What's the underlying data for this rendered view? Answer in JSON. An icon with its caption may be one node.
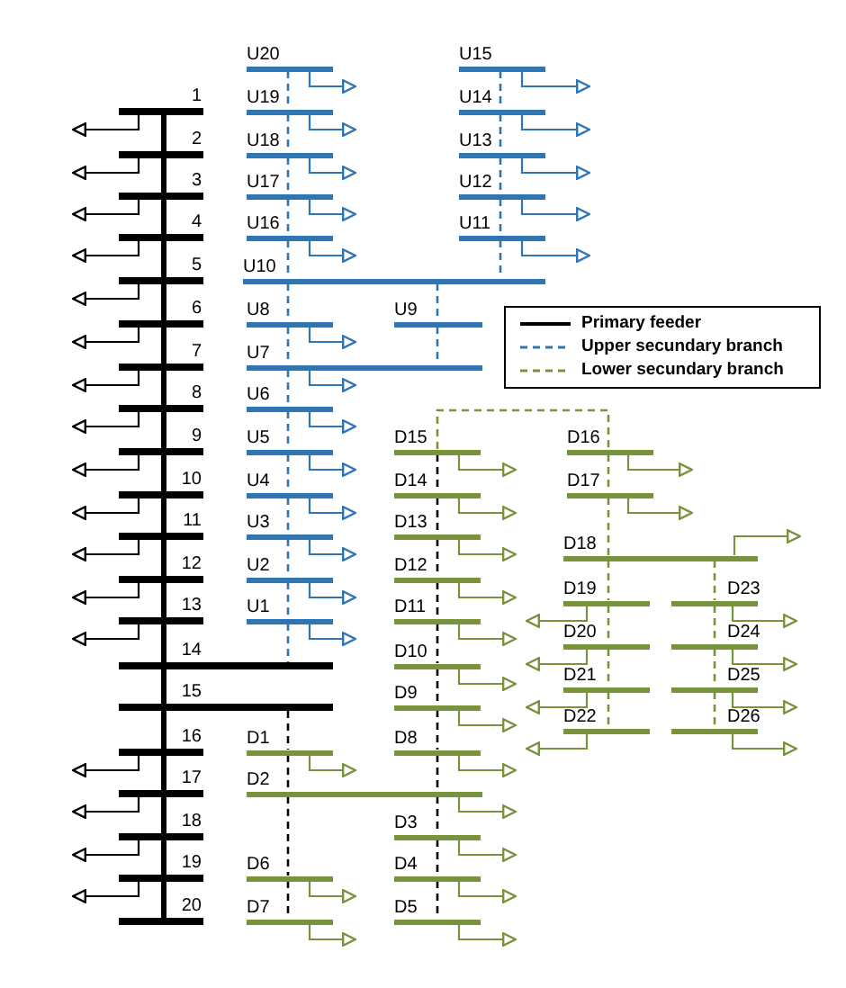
{
  "diagram": {
    "nodes": [
      {
        "text": [
          "1"
        ]
      },
      {
        "text": [
          "2"
        ]
      },
      {
        "text": [
          "3"
        ]
      },
      {
        "text": [
          "4"
        ]
      },
      {
        "text": [
          "5"
        ]
      },
      {
        "text": [
          "6"
        ]
      },
      {
        "text": [
          "7"
        ]
      },
      {
        "text": [
          "8"
        ]
      },
      {
        "text": [
          "9"
        ]
      },
      {
        "text": [
          "10"
        ]
      },
      {
        "text": [
          "11"
        ]
      },
      {
        "text": [
          "12"
        ]
      },
      {
        "text": [
          "13"
        ]
      },
      {
        "text": [
          "14"
        ]
      },
      {
        "text": [
          "15"
        ]
      },
      {
        "text": [
          "16"
        ]
      },
      {
        "text": [
          "17"
        ]
      },
      {
        "text": [
          "18"
        ]
      },
      {
        "text": [
          "19"
        ]
      },
      {
        "text": [
          "20"
        ]
      },
      {
        "text": [
          "U1"
        ]
      },
      {
        "text": [
          "U2"
        ]
      },
      {
        "text": [
          "U3"
        ]
      },
      {
        "text": [
          "U4"
        ]
      },
      {
        "text": [
          "U5"
        ]
      },
      {
        "text": [
          "U6"
        ]
      },
      {
        "text": [
          "U7"
        ]
      },
      {
        "text": [
          "U8"
        ]
      },
      {
        "text": [
          "U9"
        ]
      },
      {
        "text": [
          "U10"
        ]
      },
      {
        "text": [
          "U11"
        ]
      },
      {
        "text": [
          "U12"
        ]
      },
      {
        "text": [
          "U13"
        ]
      },
      {
        "text": [
          "U14"
        ]
      },
      {
        "text": [
          "U15"
        ]
      },
      {
        "text": [
          "U16"
        ]
      },
      {
        "text": [
          "U17"
        ]
      },
      {
        "text": [
          "U18"
        ]
      },
      {
        "text": [
          "U19"
        ]
      },
      {
        "text": [
          "U20"
        ]
      },
      {
        "text": [
          "D1"
        ]
      },
      {
        "text": [
          "D2"
        ]
      },
      {
        "text": [
          "D3"
        ]
      },
      {
        "text": [
          "D4"
        ]
      },
      {
        "text": [
          "D5"
        ]
      },
      {
        "text": [
          "D6"
        ]
      },
      {
        "text": [
          "D7"
        ]
      },
      {
        "text": [
          "D8"
        ]
      },
      {
        "text": [
          "D9"
        ]
      },
      {
        "text": [
          "D10"
        ]
      },
      {
        "text": [
          "D11"
        ]
      },
      {
        "text": [
          "D12"
        ]
      },
      {
        "text": [
          "D13"
        ]
      },
      {
        "text": [
          "D14"
        ]
      },
      {
        "text": [
          "D15"
        ]
      },
      {
        "text": [
          "D16"
        ]
      },
      {
        "text": [
          "D17"
        ]
      },
      {
        "text": [
          "D18"
        ]
      },
      {
        "text": [
          "D19"
        ]
      },
      {
        "text": [
          "D20"
        ]
      },
      {
        "text": [
          "D21"
        ]
      },
      {
        "text": [
          "D22"
        ]
      },
      {
        "text": [
          "D23"
        ]
      },
      {
        "text": [
          "D24"
        ]
      },
      {
        "text": [
          "D25"
        ]
      },
      {
        "text": [
          "D26"
        ]
      },
      {
        "text": [],
        "shape": "triangle"
      },
      {
        "text": [],
        "shape": "triangle"
      },
      {
        "text": [],
        "shape": "triangle"
      },
      {
        "text": [],
        "shape": "triangle"
      },
      {
        "text": [],
        "shape": "triangle"
      },
      {
        "text": [],
        "shape": "triangle"
      },
      {
        "text": [],
        "shape": "triangle"
      },
      {
        "text": [],
        "shape": "triangle"
      },
      {
        "text": [],
        "shape": "triangle"
      },
      {
        "text": [],
        "shape": "triangle"
      },
      {
        "text": [],
        "shape": "triangle"
      },
      {
        "text": [],
        "shape": "triangle"
      },
      {
        "text": [],
        "shape": "triangle"
      },
      {
        "text": [],
        "shape": "triangle"
      },
      {
        "text": [],
        "shape": "triangle"
      },
      {
        "text": [],
        "shape": "triangle"
      },
      {
        "text": [],
        "shape": "triangle"
      },
      {
        "text": [],
        "shape": "triangle"
      },
      {
        "text": [],
        "shape": "triangle"
      },
      {
        "text": [],
        "shape": "triangle"
      },
      {
        "text": [],
        "shape": "triangle"
      },
      {
        "text": [],
        "shape": "triangle"
      },
      {
        "text": [],
        "shape": "triangle"
      },
      {
        "text": [],
        "shape": "triangle"
      },
      {
        "text": [],
        "shape": "triangle"
      },
      {
        "text": [],
        "shape": "triangle"
      },
      {
        "text": [],
        "shape": "triangle"
      },
      {
        "text": [],
        "shape": "triangle"
      },
      {
        "text": [],
        "shape": "triangle"
      },
      {
        "text": [],
        "shape": "triangle"
      },
      {
        "text": [],
        "shape": "triangle"
      },
      {
        "text": [],
        "shape": "triangle"
      },
      {
        "text": [],
        "shape": "triangle"
      },
      {
        "text": [],
        "shape": "triangle"
      },
      {
        "text": [],
        "shape": "triangle"
      },
      {
        "text": [],
        "shape": "triangle"
      },
      {
        "text": [],
        "shape": "triangle"
      },
      {
        "text": [],
        "shape": "triangle"
      },
      {
        "text": [],
        "shape": "triangle"
      },
      {
        "text": [],
        "shape": "triangle"
      },
      {
        "text": [],
        "shape": "triangle"
      },
      {
        "text": [],
        "shape": "triangle"
      },
      {
        "text": [],
        "shape": "triangle"
      },
      {
        "text": [],
        "shape": "triangle"
      },
      {
        "text": [],
        "shape": "triangle"
      },
      {
        "text": [],
        "shape": "triangle"
      },
      {
        "text": [],
        "shape": "triangle"
      },
      {
        "text": [],
        "shape": "triangle"
      },
      {
        "text": [],
        "shape": "triangle"
      },
      {
        "text": [],
        "shape": "triangle"
      },
      {
        "text": [],
        "shape": "triangle"
      },
      {
        "text": [],
        "shape": "triangle"
      },
      {
        "text": [],
        "shape": "triangle"
      },
      {
        "text": [],
        "shape": "triangle"
      },
      {
        "text": [],
        "shape": "triangle"
      },
      {
        "text": [],
        "shape": "triangle"
      },
      {
        "text": [],
        "shape": "triangle"
      },
      {
        "text": [],
        "shape": "triangle"
      },
      {
        "text": [],
        "shape": "triangle"
      },
      {
        "text": [],
        "shape": "triangle"
      },
      {
        "text": [],
        "shape": "triangle"
      }
    ],
    "edges": [
      {
        "from": 0,
        "to": 1,
        "arrow": "none",
        "style": "thick"
      },
      {
        "from": 1,
        "to": 2,
        "arrow": "none",
        "style": "thick"
      },
      {
        "from": 2,
        "to": 3,
        "arrow": "none",
        "style": "thick"
      },
      {
        "from": 3,
        "to": 4,
        "arrow": "none",
        "style": "thick"
      },
      {
        "from": 4,
        "to": 5,
        "arrow": "none",
        "style": "thick"
      },
      {
        "from": 5,
        "to": 6,
        "arrow": "none",
        "style": "thick"
      },
      {
        "from": 6,
        "to": 7,
        "arrow": "none",
        "style": "thick"
      },
      {
        "from": 7,
        "to": 8,
        "arrow": "none",
        "style": "thick"
      },
      {
        "from": 8,
        "to": 9,
        "arrow": "none",
        "style": "thick"
      },
      {
        "from": 9,
        "to": 10,
        "arrow": "none",
        "style": "thick"
      },
      {
        "from": 10,
        "to": 11,
        "arrow": "none",
        "style": "thick"
      },
      {
        "from": 11,
        "to": 12,
        "arrow": "none",
        "style": "thick"
      },
      {
        "from": 12,
        "to": 13,
        "arrow": "none",
        "style": "thick"
      },
      {
        "from": 13,
        "to": 14,
        "arrow": "none",
        "style": "thick"
      },
      {
        "from": 14,
        "to": 15,
        "arrow": "none",
        "style": "thick"
      },
      {
        "from": 15,
        "to": 16,
        "arrow": "none",
        "style": "thick"
      },
      {
        "from": 16,
        "to": 17,
        "arrow": "none",
        "style": "thick"
      },
      {
        "from": 17,
        "to": 18,
        "arrow": "none",
        "style": "thick"
      },
      {
        "from": 18,
        "to": 19,
        "arrow": "none",
        "style": "thick"
      },
      {
        "from": 39,
        "to": 38,
        "arrow": "none",
        "style": "dashed",
        "color": "#2e75b6"
      },
      {
        "from": 38,
        "to": 37,
        "arrow": "none",
        "style": "dashed",
        "color": "#2e75b6"
      },
      {
        "from": 37,
        "to": 36,
        "arrow": "none",
        "style": "dashed",
        "color": "#2e75b6"
      },
      {
        "from": 36,
        "to": 35,
        "arrow": "none",
        "style": "dashed",
        "color": "#2e75b6"
      },
      {
        "from": 35,
        "to": 29,
        "arrow": "none",
        "style": "dashed",
        "color": "#2e75b6"
      },
      {
        "from": 34,
        "to": 33,
        "arrow": "none",
        "style": "dashed",
        "color": "#2e75b6"
      },
      {
        "from": 33,
        "to": 32,
        "arrow": "none",
        "style": "dashed",
        "color": "#2e75b6"
      },
      {
        "from": 32,
        "to": 31,
        "arrow": "none",
        "style": "dashed",
        "color": "#2e75b6"
      },
      {
        "from": 31,
        "to": 30,
        "arrow": "none",
        "style": "dashed",
        "color": "#2e75b6"
      },
      {
        "from": 30,
        "to": 29,
        "arrow": "none",
        "style": "dashed",
        "color": "#2e75b6"
      },
      {
        "from": 29,
        "to": 27,
        "arrow": "none",
        "style": "dashed",
        "color": "#2e75b6"
      },
      {
        "from": 29,
        "to": 28,
        "arrow": "none",
        "style": "dashed",
        "color": "#2e75b6"
      },
      {
        "from": 27,
        "to": 26,
        "arrow": "none",
        "style": "dashed",
        "color": "#2e75b6"
      },
      {
        "from": 28,
        "to": 26,
        "arrow": "none",
        "style": "dashed",
        "color": "#2e75b6"
      },
      {
        "from": 26,
        "to": 25,
        "arrow": "none",
        "style": "dashed",
        "color": "#2e75b6"
      },
      {
        "from": 25,
        "to": 24,
        "arrow": "none",
        "style": "dashed",
        "color": "#2e75b6"
      },
      {
        "from": 24,
        "to": 23,
        "arrow": "none",
        "style": "dashed",
        "color": "#2e75b6"
      },
      {
        "from": 23,
        "to": 22,
        "arrow": "none",
        "style": "dashed",
        "color": "#2e75b6"
      },
      {
        "from": 22,
        "to": 21,
        "arrow": "none",
        "style": "dashed",
        "color": "#2e75b6"
      },
      {
        "from": 21,
        "to": 20,
        "arrow": "none",
        "style": "dashed",
        "color": "#2e75b6"
      },
      {
        "from": 20,
        "to": 13,
        "arrow": "none",
        "style": "dashed",
        "color": "#2e75b6"
      },
      {
        "from": 14,
        "to": 40,
        "arrow": "none",
        "style": "dashed"
      },
      {
        "from": 40,
        "to": 41,
        "arrow": "none",
        "style": "dashed"
      },
      {
        "from": 41,
        "to": 45,
        "arrow": "none",
        "style": "dashed"
      },
      {
        "from": 45,
        "to": 46,
        "arrow": "none",
        "style": "dashed"
      },
      {
        "from": 54,
        "to": 53,
        "arrow": "none",
        "style": "dashed"
      },
      {
        "from": 53,
        "to": 52,
        "arrow": "none",
        "style": "dashed"
      },
      {
        "from": 52,
        "to": 51,
        "arrow": "none",
        "style": "dashed"
      },
      {
        "from": 51,
        "to": 50,
        "arrow": "none",
        "style": "dashed"
      },
      {
        "from": 50,
        "to": 49,
        "arrow": "none",
        "style": "dashed"
      },
      {
        "from": 49,
        "to": 48,
        "arrow": "none",
        "style": "dashed"
      },
      {
        "from": 48,
        "to": 47,
        "arrow": "none",
        "style": "dashed"
      },
      {
        "from": 47,
        "to": 41,
        "arrow": "none",
        "style": "dashed"
      },
      {
        "from": 41,
        "to": 42,
        "arrow": "none",
        "style": "dashed"
      },
      {
        "from": 42,
        "to": 43,
        "arrow": "none",
        "style": "dashed"
      },
      {
        "from": 43,
        "to": 44,
        "arrow": "none",
        "style": "dashed"
      },
      {
        "from": 54,
        "to": 55,
        "arrow": "none",
        "style": "dashed",
        "color": "#77933c"
      },
      {
        "from": 55,
        "to": 56,
        "arrow": "none",
        "style": "dashed",
        "color": "#77933c"
      },
      {
        "from": 56,
        "to": 57,
        "arrow": "none",
        "style": "dashed",
        "color": "#77933c"
      },
      {
        "from": 57,
        "to": 58,
        "arrow": "none",
        "style": "dashed",
        "color": "#77933c"
      },
      {
        "from": 58,
        "to": 59,
        "arrow": "none",
        "style": "dashed",
        "color": "#77933c"
      },
      {
        "from": 59,
        "to": 60,
        "arrow": "none",
        "style": "dashed",
        "color": "#77933c"
      },
      {
        "from": 60,
        "to": 61,
        "arrow": "none",
        "style": "dashed",
        "color": "#77933c"
      },
      {
        "from": 57,
        "to": 62,
        "arrow": "none",
        "style": "dashed",
        "color": "#77933c"
      },
      {
        "from": 62,
        "to": 63,
        "arrow": "none",
        "style": "dashed",
        "color": "#77933c"
      },
      {
        "from": 63,
        "to": 64,
        "arrow": "none",
        "style": "dashed",
        "color": "#77933c"
      },
      {
        "from": 64,
        "to": 65,
        "arrow": "none",
        "style": "dashed",
        "color": "#77933c"
      },
      {
        "from": 0,
        "to": 66,
        "arrow": "none"
      },
      {
        "from": 1,
        "to": 67,
        "arrow": "none"
      },
      {
        "from": 2,
        "to": 68,
        "arrow": "none"
      },
      {
        "from": 3,
        "to": 69,
        "arrow": "none"
      },
      {
        "from": 4,
        "to": 70,
        "arrow": "none"
      },
      {
        "from": 5,
        "to": 71,
        "arrow": "none"
      },
      {
        "from": 6,
        "to": 72,
        "arrow": "none"
      },
      {
        "from": 7,
        "to": 73,
        "arrow": "none"
      },
      {
        "from": 8,
        "to": 74,
        "arrow": "none"
      },
      {
        "from": 9,
        "to": 75,
        "arrow": "none"
      },
      {
        "from": 10,
        "to": 76,
        "arrow": "none"
      },
      {
        "from": 11,
        "to": 77,
        "arrow": "none"
      },
      {
        "from": 12,
        "to": 78,
        "arrow": "none"
      },
      {
        "from": 15,
        "to": 79,
        "arrow": "none"
      },
      {
        "from": 16,
        "to": 80,
        "arrow": "none"
      },
      {
        "from": 17,
        "to": 81,
        "arrow": "none"
      },
      {
        "from": 18,
        "to": 82,
        "arrow": "none"
      },
      {
        "from": 20,
        "to": 83,
        "arrow": "none",
        "color": "#2e75b6"
      },
      {
        "from": 21,
        "to": 84,
        "arrow": "none",
        "color": "#2e75b6"
      },
      {
        "from": 22,
        "to": 85,
        "arrow": "none",
        "color": "#2e75b6"
      },
      {
        "from": 23,
        "to": 86,
        "arrow": "none",
        "color": "#2e75b6"
      },
      {
        "from": 24,
        "to": 87,
        "arrow": "none",
        "color": "#2e75b6"
      },
      {
        "from": 25,
        "to": 88,
        "arrow": "none",
        "color": "#2e75b6"
      },
      {
        "from": 26,
        "to": 89,
        "arrow": "none",
        "color": "#2e75b6"
      },
      {
        "from": 27,
        "to": 90,
        "arrow": "none",
        "color": "#2e75b6"
      },
      {
        "from": 30,
        "to": 91,
        "arrow": "none",
        "color": "#2e75b6"
      },
      {
        "from": 31,
        "to": 92,
        "arrow": "none",
        "color": "#2e75b6"
      },
      {
        "from": 32,
        "to": 93,
        "arrow": "none",
        "color": "#2e75b6"
      },
      {
        "from": 33,
        "to": 94,
        "arrow": "none",
        "color": "#2e75b6"
      },
      {
        "from": 34,
        "to": 95,
        "arrow": "none",
        "color": "#2e75b6"
      },
      {
        "from": 35,
        "to": 96,
        "arrow": "none",
        "color": "#2e75b6"
      },
      {
        "from": 36,
        "to": 97,
        "arrow": "none",
        "color": "#2e75b6"
      },
      {
        "from": 37,
        "to": 98,
        "arrow": "none",
        "color": "#2e75b6"
      },
      {
        "from": 38,
        "to": 99,
        "arrow": "none",
        "color": "#2e75b6"
      },
      {
        "from": 39,
        "to": 100,
        "arrow": "none",
        "color": "#2e75b6"
      },
      {
        "from": 40,
        "to": 101,
        "arrow": "none",
        "color": "#77933c"
      },
      {
        "from": 41,
        "to": 102,
        "arrow": "none",
        "color": "#77933c"
      },
      {
        "from": 42,
        "to": 103,
        "arrow": "none",
        "color": "#77933c"
      },
      {
        "from": 43,
        "to": 104,
        "arrow": "none",
        "color": "#77933c"
      },
      {
        "from": 44,
        "to": 105,
        "arrow": "none",
        "color": "#77933c"
      },
      {
        "from": 45,
        "to": 106,
        "arrow": "none",
        "color": "#77933c"
      },
      {
        "from": 46,
        "to": 107,
        "arrow": "none",
        "color": "#77933c"
      },
      {
        "from": 47,
        "to": 108,
        "arrow": "none",
        "color": "#77933c"
      },
      {
        "from": 48,
        "to": 109,
        "arrow": "none",
        "color": "#77933c"
      },
      {
        "from": 49,
        "to": 110,
        "arrow": "none",
        "color": "#77933c"
      },
      {
        "from": 50,
        "to": 111,
        "arrow": "none",
        "color": "#77933c"
      },
      {
        "from": 51,
        "to": 112,
        "arrow": "none",
        "color": "#77933c"
      },
      {
        "from": 52,
        "to": 113,
        "arrow": "none",
        "color": "#77933c"
      },
      {
        "from": 53,
        "to": 114,
        "arrow": "none",
        "color": "#77933c"
      },
      {
        "from": 54,
        "to": 115,
        "arrow": "none",
        "color": "#77933c"
      },
      {
        "from": 55,
        "to": 116,
        "arrow": "none",
        "color": "#77933c"
      },
      {
        "from": 56,
        "to": 117,
        "arrow": "none",
        "color": "#77933c"
      },
      {
        "from": 57,
        "to": 118,
        "arrow": "none",
        "color": "#77933c"
      },
      {
        "from": 58,
        "to": 119,
        "arrow": "none",
        "color": "#77933c"
      },
      {
        "from": 59,
        "to": 120,
        "arrow": "none",
        "color": "#77933c"
      },
      {
        "from": 60,
        "to": 121,
        "arrow": "none",
        "color": "#77933c"
      },
      {
        "from": 61,
        "to": 122,
        "arrow": "none",
        "color": "#77933c"
      },
      {
        "from": 62,
        "to": 123,
        "arrow": "none",
        "color": "#77933c"
      },
      {
        "from": 63,
        "to": 124,
        "arrow": "none",
        "color": "#77933c"
      },
      {
        "from": 64,
        "to": 125,
        "arrow": "none",
        "color": "#77933c"
      },
      {
        "from": 65,
        "to": 126,
        "arrow": "none",
        "color": "#77933c"
      }
    ],
    "legend": [
      {
        "text": "Primary feeder"
      },
      {
        "text": "Upper secundary branch"
      },
      {
        "text": "Lower secundary branch"
      }
    ]
  }
}
